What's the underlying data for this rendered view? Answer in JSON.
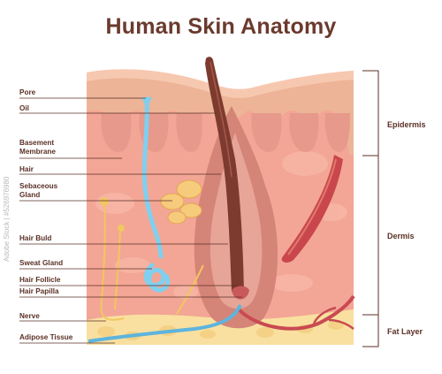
{
  "title": "Human Skin Anatomy",
  "labels": {
    "pore": "Pore",
    "oil": "Oil",
    "basement_membrane": "Basement Membrane",
    "hair": "Hair",
    "sebaceous_gland": "Sebaceous Gland",
    "hair_buld": "Hair Buld",
    "sweat_gland": "Sweat Gland",
    "hair_follicle": "Hair Follicle",
    "hair_papilla": "Hair Papilla",
    "nerve": "Nerve",
    "adipose_tissue": "Adipose Tissue"
  },
  "layers": {
    "epidermis": "Epidermis",
    "dermis": "Dermis",
    "fat_layer": "Fat Layer"
  },
  "watermark": "Adobe Stock | #526976980",
  "colors": {
    "title": "#6b3a2e",
    "epidermis": "#edb497",
    "dermis": "#f2a396",
    "fat": "#f8dd9c",
    "sweat_duct": "#7fd0ef",
    "hair": "#7c3b2e",
    "muscle": "#c9474c",
    "nerve": "#f1c75f"
  }
}
